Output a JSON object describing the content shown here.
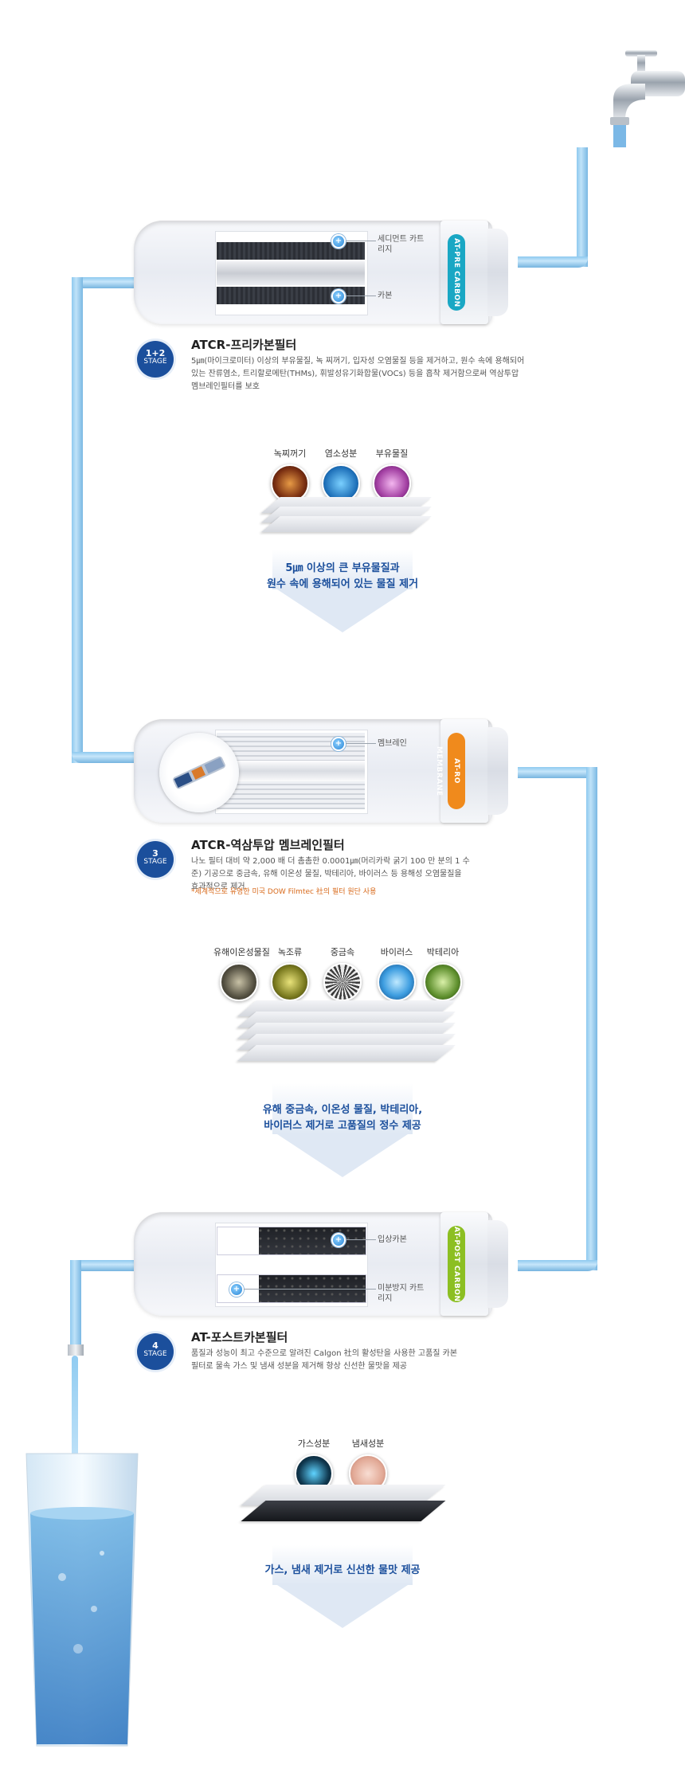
{
  "colors": {
    "pipe": "#9fd2f2",
    "stage_badge": "#1b4f9c",
    "label_pre_carbon": "#19a7c4",
    "label_membrane": "#f08a1c",
    "label_post_carbon": "#8cbf22",
    "caption": "#1b4f9c",
    "note": "#d8691a"
  },
  "filters": [
    {
      "vertical_label": "AT-PRE CARBON",
      "stage_number": "1+2",
      "stage_word": "STAGE",
      "title": "ATCR-프리카본필터",
      "description": "5㎛(마이크로미터) 이상의 부유물질, 녹 찌꺼기, 입자성 오염물질 등을 제거하고, 원수 속에 용해되어 있는 잔류염소, 트리할로메탄(THMs), 휘발성유기화합물(VOCs) 등을 흡착 제거함으로써 역삼투압 멤브레인필터를 보호",
      "parts": [
        "세디먼트 카트리지",
        "카본"
      ],
      "contaminants": [
        {
          "label": "녹찌꺼기",
          "icon": "rust-particle-icon"
        },
        {
          "label": "염소성분",
          "icon": "chlorine-icon"
        },
        {
          "label": "부유물질",
          "icon": "suspended-solid-icon"
        }
      ],
      "caption_1": "5㎛ 이상의 큰 부유물질과",
      "caption_2": "원수 속에 용해되어 있는 물질 제거"
    },
    {
      "vertical_label": "AT-RO MEMBRANE",
      "stage_number": "3",
      "stage_word": "STAGE",
      "title": "ATCR-역삼투압 멤브레인필터",
      "description": "나노 필터 대비 약 2,000 배 더 촘촘한 0.0001㎛(머리카락 굵기 100 만 분의 1 수준) 기공으로 중금속, 유해 이온성 물질, 박테리아, 바이러스 등 용해성 오염물질을 효과적으로 제거",
      "note": "*세계적으로 유명한 미국 DOW Filmtec 社의 필터 원단 사용",
      "parts": [
        "멤브레인"
      ],
      "contaminants": [
        {
          "label": "유해이온성물질",
          "icon": "ion-icon"
        },
        {
          "label": "녹조류",
          "icon": "algae-icon"
        },
        {
          "label": "중금속",
          "icon": "heavy-metal-icon"
        },
        {
          "label": "바이러스",
          "icon": "virus-icon"
        },
        {
          "label": "박테리아",
          "icon": "bacteria-icon"
        }
      ],
      "caption_1": "유해 중금속, 이온성 물질, 박테리아,",
      "caption_2": "바이러스 제거로 고품질의 정수 제공"
    },
    {
      "vertical_label": "AT-POST CARBON",
      "stage_number": "4",
      "stage_word": "STAGE",
      "title": "AT-포스트카본필터",
      "description": "품질과 성능이 최고 수준으로 알려진 Calgon 社의 활성탄을 사용한 고품질 카본필터로 물속 가스 및 냄새 성분을 제거해 항상 신선한 물맛을 제공",
      "parts": [
        "입상카본",
        "미분방지 카트리지"
      ],
      "contaminants": [
        {
          "label": "가스성분",
          "icon": "gas-icon"
        },
        {
          "label": "냄새성분",
          "icon": "odor-icon"
        }
      ],
      "caption_1": "가스, 냄새 제거로 신선한 물맛 제공"
    }
  ]
}
